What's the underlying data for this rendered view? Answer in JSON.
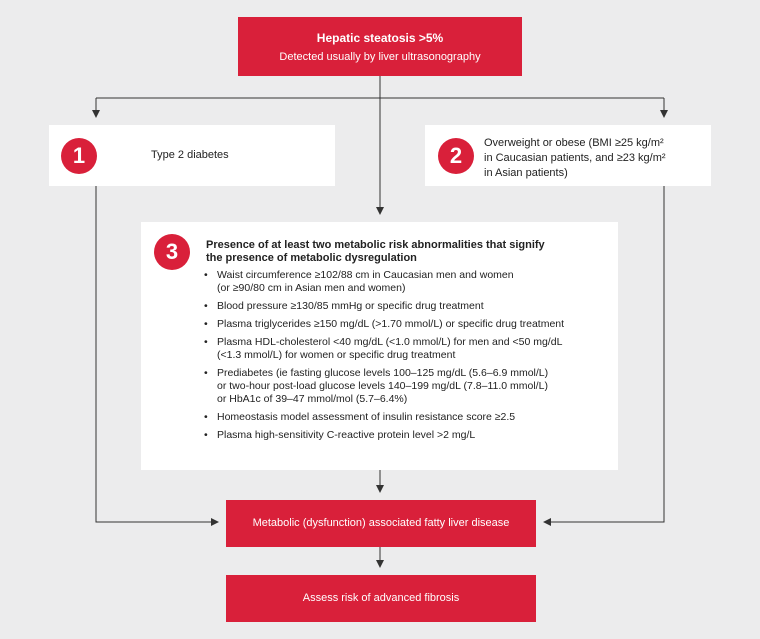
{
  "top": {
    "title": "Hepatic steatosis >5%",
    "subtitle": "Detected usually by liver ultrasonography"
  },
  "criterion1": {
    "number": "1",
    "text": "Type 2 diabetes"
  },
  "criterion2": {
    "number": "2",
    "lines": [
      "Overweight or obese (BMI ≥25 kg/m²",
      "in Caucasian patients, and ≥23 kg/m²",
      "in Asian patients)"
    ]
  },
  "criterion3": {
    "number": "3",
    "heading_lines": [
      "Presence of at least two metabolic risk abnormalities that signify",
      "the presence of metabolic dysregulation"
    ],
    "items": [
      {
        "lines": [
          "Waist circumference ≥102/88 cm in Caucasian men and women",
          "(or ≥90/80 cm in Asian men and women)"
        ]
      },
      {
        "lines": [
          "Blood pressure ≥130/85 mmHg or specific drug treatment"
        ]
      },
      {
        "lines": [
          "Plasma triglycerides ≥150 mg/dL (>1.70 mmol/L) or specific drug treatment"
        ]
      },
      {
        "lines": [
          "Plasma HDL-cholesterol <40 mg/dL (<1.0 mmol/L) for men and <50 mg/dL",
          "(<1.3 mmol/L) for women or specific drug treatment"
        ]
      },
      {
        "lines": [
          "Prediabetes (ie fasting glucose levels 100–125 mg/dL (5.6–6.9 mmol/L)",
          "or two-hour post-load glucose levels 140–199 mg/dL (7.8–11.0 mmol/L)",
          "or HbA1c of 39–47 mmol/mol (5.7–6.4%)"
        ]
      },
      {
        "lines": [
          "Homeostasis model assessment of insulin resistance score ≥2.5"
        ]
      },
      {
        "lines": [
          "Plasma high-sensitivity C-reactive protein level >2 mg/L"
        ]
      }
    ]
  },
  "result": {
    "label": "Metabolic (dysfunction) associated fatty liver disease"
  },
  "next_step": {
    "label": "Assess risk of advanced fibrosis"
  },
  "colors": {
    "accent": "#d9203a",
    "background": "#ececed",
    "box": "#ffffff",
    "line": "#333333"
  }
}
